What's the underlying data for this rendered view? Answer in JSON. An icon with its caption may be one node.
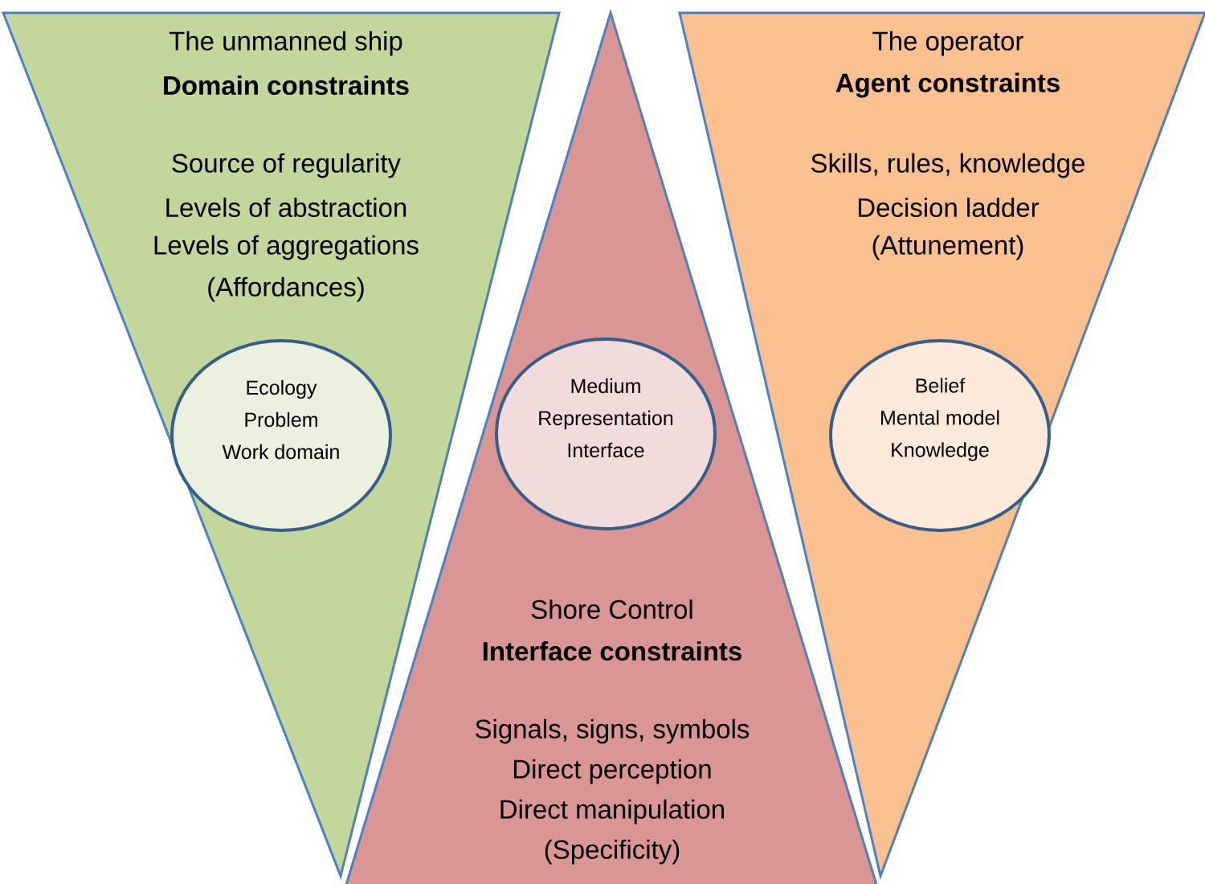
{
  "diagram": {
    "nodes": [
      {
        "text": [
          "The unmanned ship",
          "Domain constraints",
          "Source of regularity",
          "Levels of abstraction",
          "Levels of aggregations",
          "(Affordances)"
        ]
      },
      {
        "text": [
          "Ecology",
          "Problem",
          "Work domain"
        ],
        "in": 0
      },
      {
        "text": [
          "Shore Control",
          "Interface constraints",
          "Signals, signs, symbols",
          "Direct perception",
          "Direct manipulation",
          "(Specificity)"
        ]
      },
      {
        "text": [
          "Medium",
          "Representation",
          "Interface"
        ],
        "in": 2
      },
      {
        "text": [
          "The operator",
          "Agent constraints",
          "Skills, rules, knowledge",
          "Decision ladder",
          "(Attunement)"
        ]
      },
      {
        "text": [
          "Belief",
          "Mental model",
          "Knowledge"
        ],
        "in": 4
      }
    ]
  }
}
